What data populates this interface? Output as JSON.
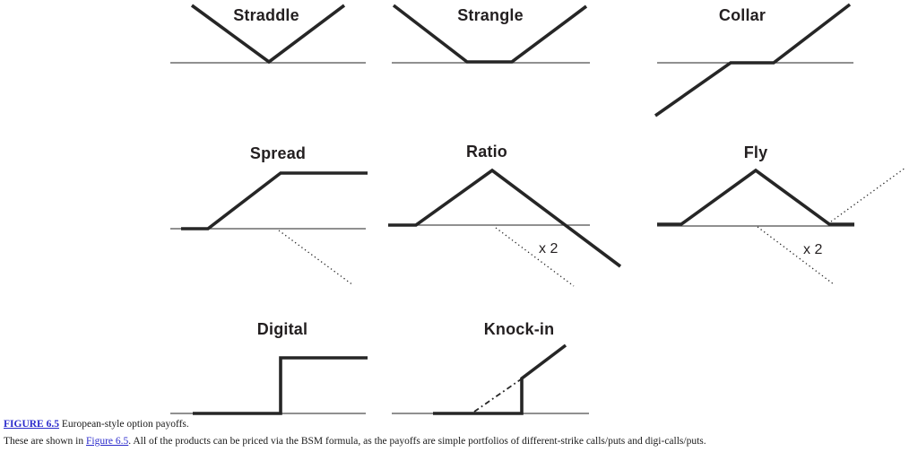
{
  "colors": {
    "line": "#262626",
    "axis": "#4d4d4d",
    "label": "#231f20",
    "link": "#2b2bcc",
    "text": "#1a1a1a"
  },
  "figure": {
    "panels": [
      {
        "name": "straddle",
        "label": "Straddle",
        "axis": [
          [
            190,
            70
          ],
          [
            408,
            70
          ]
        ],
        "payoff": [
          [
            214,
            6
          ],
          [
            300,
            69
          ],
          [
            384,
            6
          ]
        ]
      },
      {
        "name": "strangle",
        "label": "Strangle",
        "axis": [
          [
            437,
            70
          ],
          [
            658,
            70
          ]
        ],
        "payoff": [
          [
            439,
            6
          ],
          [
            521,
            69
          ],
          [
            571,
            69
          ],
          [
            654,
            7
          ]
        ]
      },
      {
        "name": "collar",
        "label": "Collar",
        "axis": [
          [
            733,
            70
          ],
          [
            952,
            70
          ]
        ],
        "payoff": [
          [
            731,
            129
          ],
          [
            815,
            70
          ],
          [
            863,
            70
          ],
          [
            948,
            5
          ]
        ]
      },
      {
        "name": "spread",
        "label": "Spread",
        "axis": [
          [
            190,
            255
          ],
          [
            408,
            255
          ]
        ],
        "payoff": [
          [
            202,
            255
          ],
          [
            232,
            255
          ],
          [
            313,
            193
          ],
          [
            410,
            193
          ]
        ],
        "dotted": [
          [
            [
              311,
              257
            ],
            [
              394,
              318
            ]
          ]
        ]
      },
      {
        "name": "ratio",
        "label": "Ratio",
        "axis": [
          [
            433,
            251
          ],
          [
            658,
            251
          ]
        ],
        "payoff": [
          [
            433,
            251
          ],
          [
            464,
            251
          ],
          [
            549,
            190
          ],
          [
            692,
            297
          ]
        ],
        "dotted": [
          [
            [
              553,
              254
            ],
            [
              640,
              319
            ]
          ]
        ],
        "multiplier": "x 2"
      },
      {
        "name": "fly",
        "label": "Fly",
        "axis": [
          [
            733,
            252
          ],
          [
            953,
            252
          ]
        ],
        "payoff": [
          [
            733,
            250
          ],
          [
            760,
            250
          ],
          [
            843,
            190
          ],
          [
            925,
            250
          ],
          [
            953,
            250
          ]
        ],
        "dotted": [
          [
            [
              845,
              253
            ],
            [
              930,
              317
            ]
          ],
          [
            [
              927,
              247
            ],
            [
              1010,
              187
            ]
          ]
        ],
        "multiplier": "x 2"
      },
      {
        "name": "digital",
        "label": "Digital",
        "axis": [
          [
            190,
            461
          ],
          [
            408,
            461
          ]
        ],
        "payoff": [
          [
            215,
            461
          ],
          [
            313,
            461
          ],
          [
            313,
            399
          ],
          [
            410,
            399
          ]
        ]
      },
      {
        "name": "knock-in",
        "label": "Knock-in",
        "axis": [
          [
            437,
            461
          ],
          [
            657,
            461
          ]
        ],
        "payoff": [
          [
            483,
            461
          ],
          [
            582,
            461
          ],
          [
            582,
            422
          ],
          [
            631,
            385
          ]
        ],
        "dashdot": [
          [
            [
              529,
              459
            ],
            [
              581,
              423
            ]
          ]
        ]
      }
    ]
  },
  "caption": {
    "figure_link": "FIGURE 6.5",
    "text": " European-style option payoffs."
  },
  "body": {
    "pre": "These are shown in ",
    "link": "Figure 6.5",
    "post": ". All of the products can be priced via the BSM formula, as the payoffs are simple portfolios of different-strike calls/puts and digi-calls/puts."
  }
}
